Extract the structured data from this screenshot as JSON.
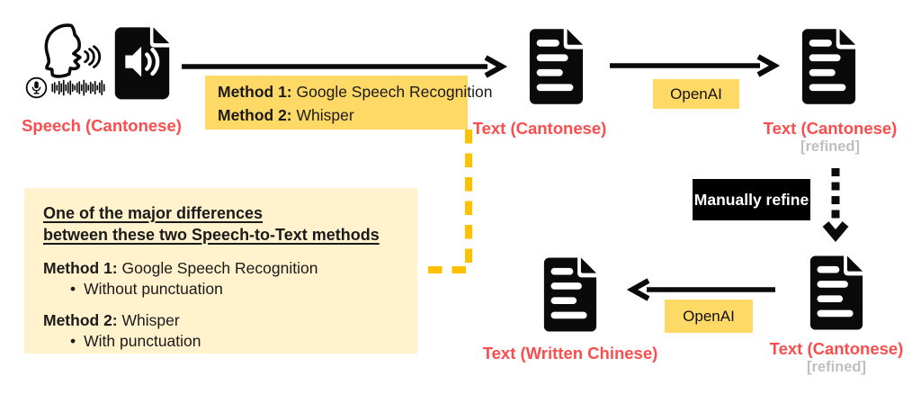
{
  "labels": {
    "speech": "Speech (Cantonese)",
    "text_cantonese": "Text (Cantonese)",
    "refined": "[refined]",
    "text_written_chinese": "Text (Written Chinese)",
    "openai": "OpenAI",
    "manually_refine": "Manually refine"
  },
  "method_box": {
    "m1_label": "Method 1:",
    "m1_value": " Google Speech Recognition",
    "m2_label": "Method 2:",
    "m2_value": " Whisper"
  },
  "note_box": {
    "title_line1": "One of the major differences",
    "title_line2": "between these two Speech-to-Text methods",
    "m1_label": "Method 1:",
    "m1_value": " Google Speech Recognition",
    "m1_bullet": "Without punctuation",
    "m2_label": "Method 2:",
    "m2_value": " Whisper",
    "m2_bullet": "With punctuation"
  },
  "glyphs": {
    "bullet": "•"
  },
  "colors": {
    "accent_yellow": "#FFD966",
    "note_yellow": "#FFF2CC",
    "dash_yellow": "#FFC000",
    "label_red": "#FB4D4D",
    "refined_gray": "#BFBFBF"
  },
  "icons": {
    "speaking-head-icon": "person profile speaking with sound waves",
    "microphone-icon": "microphone inside circle",
    "waveform-icon": "audio waveform bars",
    "audio-file-icon": "file with speaker glyph",
    "document-icon": "file with text lines",
    "waveform_bars": [
      9,
      13,
      6,
      16,
      10,
      19,
      7,
      13,
      17,
      9,
      5,
      11,
      15,
      7,
      19,
      11,
      6,
      14,
      9,
      16,
      5,
      12,
      18,
      8
    ]
  }
}
